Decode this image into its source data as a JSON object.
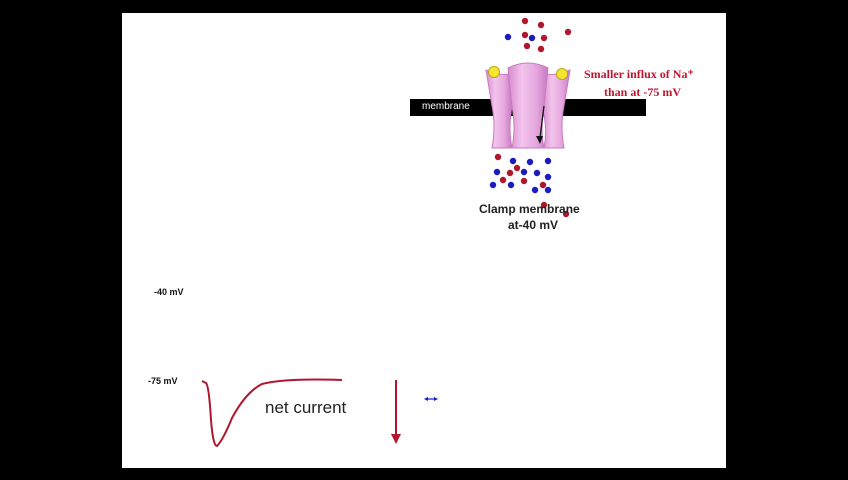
{
  "diagram": {
    "membrane_label": "membrane",
    "note_line1": "Smaller influx of Na⁺",
    "note_line2": "than at -75 mV",
    "clamp_line1": "Clamp membrane",
    "clamp_line2": "at-40 mV",
    "voltage_label_high": "-40 mV",
    "voltage_label_low": "-75 mV",
    "trace_label": "net current"
  },
  "colors": {
    "channel": "#e8a8dc",
    "channel_dark": "#c77bc0",
    "gate": "#f4e533",
    "sodium": "#b0172e",
    "other_ion": "#1b1bc0",
    "annotation": "#c0152f",
    "trace": "#b0172e"
  }
}
